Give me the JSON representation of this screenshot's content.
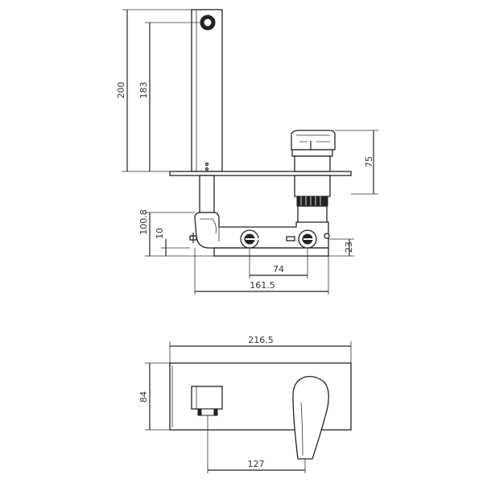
{
  "dimensions": {
    "spout_total_height": "200",
    "spout_height": "183",
    "mixer_height": "75",
    "body_height": "100.8",
    "inlet_offset": "10",
    "outlet_offset": "23",
    "inlet_spacing": "74",
    "body_width": "161.5",
    "plate_width": "216.5",
    "plate_height": "84",
    "spout_to_mixer": "127"
  },
  "colors": {
    "line": "#222222",
    "dimension_text": "#333333",
    "background": "#ffffff"
  }
}
